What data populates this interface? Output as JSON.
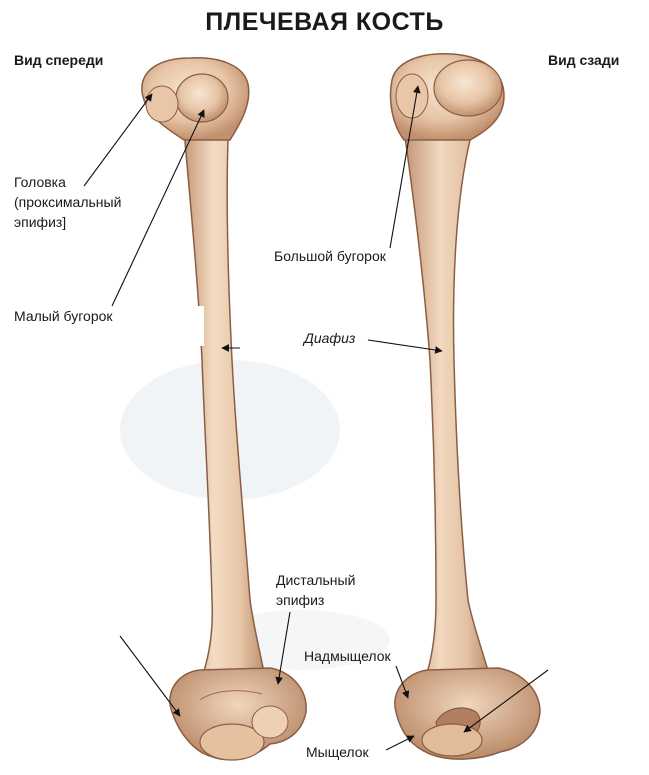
{
  "title": "ПЛЕЧЕВАЯ КОСТЬ",
  "views": {
    "front": "Вид спереди",
    "back": "Вид сзади"
  },
  "labels": {
    "head": [
      "Головка",
      "(проксимальный",
      "эпифиз]"
    ],
    "lesser_tubercle": "Малый бугорок",
    "greater_tubercle": "Большой бугорок",
    "diaphysis": "Диафиз",
    "distal_epiphysis": [
      "Дистальный",
      "эпифиз"
    ],
    "epicondyle": "Надмыщелок",
    "condyle": "Мыщелок"
  },
  "colors": {
    "bone_light": "#f3dcc4",
    "bone_mid": "#deb696",
    "bone_dark": "#b88866",
    "outline": "#8a5e44",
    "pointer": "#111111"
  }
}
